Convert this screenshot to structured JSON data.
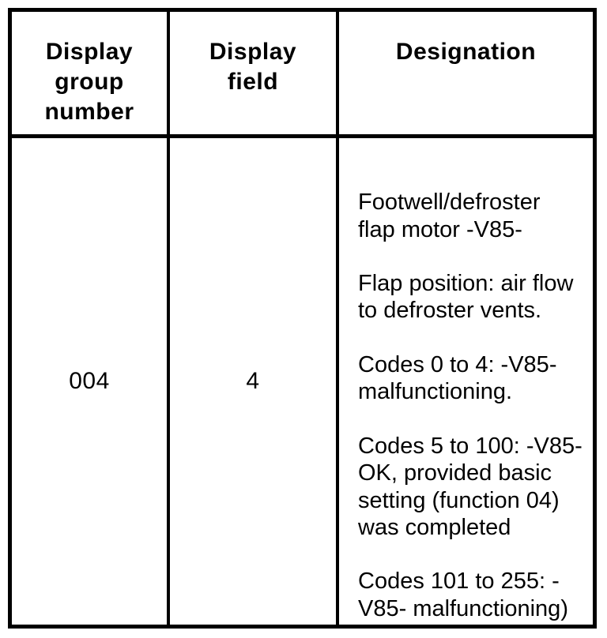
{
  "table": {
    "headers": {
      "col1": "Display\ngroup\nnumber",
      "col2": "Display\nfield",
      "col3": "Designation"
    },
    "row": {
      "display_group_number": "004",
      "display_field": "4",
      "designation": "Footwell/defroster\nflap motor -V85-\n\nFlap position: air flow\nto defroster vents.\n\nCodes 0 to 4: -V85-\nmalfunctioning.\n\nCodes 5 to 100: -V85-\nOK, provided basic\nsetting (function 04)\nwas completed\n\nCodes 101 to 255: -\nV85- malfunctioning)"
    }
  }
}
